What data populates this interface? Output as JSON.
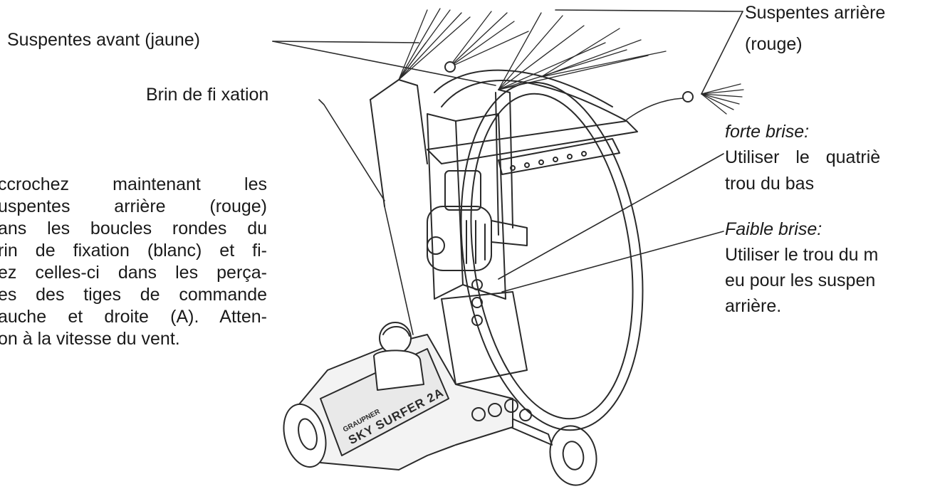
{
  "labels": {
    "front_lines": "Suspentes avant (jaune)",
    "rear_lines_1": "Suspentes arrière",
    "rear_lines_2": "(rouge)",
    "tether": "Brin de fi xation"
  },
  "instruction_lines": [
    "ccrochez maintenant les",
    "uspentes arrière (rouge)",
    "ans les boucles rondes du",
    "rin de fixation (blanc) et fi-",
    "ez celles-ci dans les perça-",
    "es des tiges de commande",
    "auche et droite (A). Atten-",
    "on à la vitesse du vent."
  ],
  "wind_notes": {
    "strong_heading": "forte brise:",
    "strong_line1": "Utiliser le quatriè",
    "strong_line2": "trou du bas",
    "weak_heading": "Faible brise:",
    "weak_line1": "Utiliser le trou du m",
    "weak_line2": "eu pour les suspen",
    "weak_line3": "arrière."
  },
  "illustration": {
    "decal_brand": "GRAUPNER",
    "decal_model": "SKY SURFER 2A"
  }
}
